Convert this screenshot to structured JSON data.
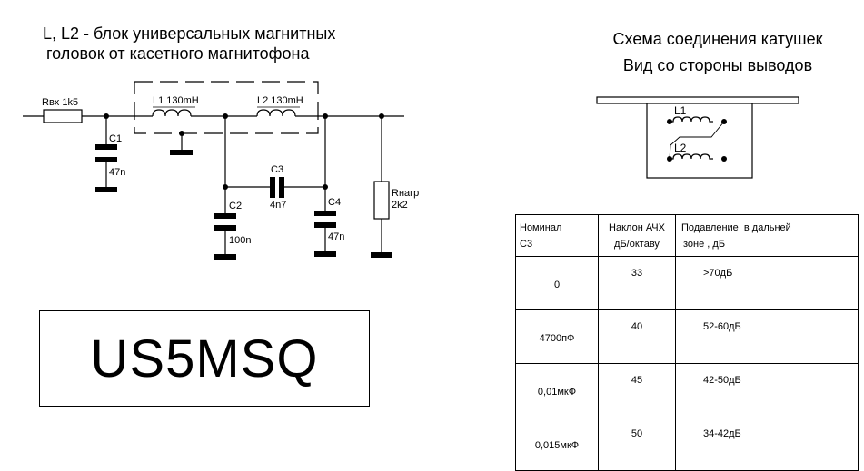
{
  "left_title": {
    "line1": "L, L2 - блок универсальных магнитных",
    "line2": "головок от касетного магнитофона"
  },
  "right_title": {
    "line1": "Схема соединения катушек",
    "line2": "Вид со стороны выводов"
  },
  "schematic": {
    "r_in": "Rвх 1k5",
    "c1_name": "C1",
    "c1_value": "47n",
    "l1": "L1 130mH",
    "l2": "L2 130mH",
    "c2_name": "C2",
    "c2_value": "100n",
    "c3_name": "C3",
    "c3_value": "4n7",
    "c4_name": "C4",
    "c4_value": "47n",
    "r_load_name": "Rнагр",
    "r_load_value": "2k2"
  },
  "coil_diagram": {
    "l1": "L1",
    "l2": "L2"
  },
  "callsign": "US5MSQ",
  "table": {
    "headers": [
      {
        "line1": "Номинал",
        "line2": "C3"
      },
      {
        "line1": "Наклон АЧХ",
        "line2": "дБ/октаву"
      },
      {
        "line1": "Подавление  в дальней",
        "line2": "зоне , дБ"
      }
    ],
    "rows": [
      {
        "nominal": "0",
        "slope": "33",
        "suppression": ">70дБ"
      },
      {
        "nominal": "4700пФ",
        "slope": "40",
        "suppression": "52-60дБ"
      },
      {
        "nominal": "0,01мкФ",
        "slope": "45",
        "suppression": "42-50дБ"
      },
      {
        "nominal": "0,015мкФ",
        "slope": "50",
        "suppression": "34-42дБ"
      }
    ]
  }
}
